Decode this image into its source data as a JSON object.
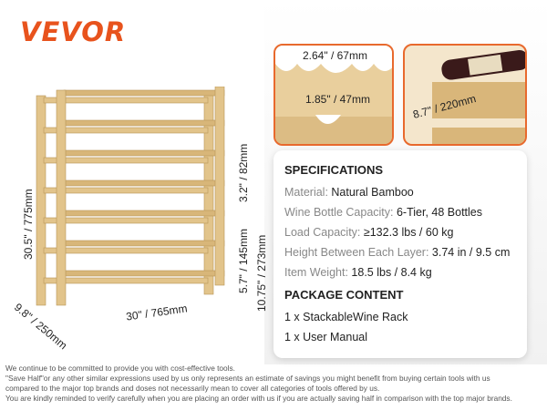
{
  "brand": "VEVOR",
  "dimensions": {
    "height": "30.5\" / 775mm",
    "depth": "9.8\" / 250mm",
    "width": "30\" / 765mm",
    "layer_gap": "3.2\" / 82mm",
    "bottom_gap": "5.7\" / 145mm",
    "two_layer": "10.75\" / 273mm",
    "side_depth": "8.7\" / 220mm",
    "slot_top": "2.64\" / 67mm",
    "slot_bottom": "1.85\" / 47mm"
  },
  "specifications": {
    "title": "SPECIFICATIONS",
    "items": [
      {
        "key": "Material: ",
        "value": "Natural Bamboo"
      },
      {
        "key": "Wine Bottle Capacity: ",
        "value": "6-Tier, 48 Bottles"
      },
      {
        "key": "Load Capacity: ",
        "value": "≥132.3 lbs / 60 kg"
      },
      {
        "key": "Height Between Each Layer: ",
        "value": "3.74 in / 9.5 cm"
      },
      {
        "key": "Item Weight: ",
        "value": "18.5 lbs / 8.4 kg"
      }
    ]
  },
  "package": {
    "title": "PACKAGE CONTENT",
    "items": [
      "1 x StackableWine Rack",
      "1 x User Manual"
    ]
  },
  "disclaimer": [
    "We continue to be committed to provide you with cost-effective tools.",
    "\"Save Half\"or any other similar expressions used by us only represents an estimate of savings you might benefit from buying certain tools with us",
    "compared to the major top brands and doses not necessarily mean to cover all categories of tools offered by us.",
    "You are kindly reminded to verify carefully when you are placing an order with us if you are actually saving half in comparison with the top major brands."
  ],
  "colors": {
    "accent": "#e8531d",
    "wood": "#e2c48b"
  }
}
